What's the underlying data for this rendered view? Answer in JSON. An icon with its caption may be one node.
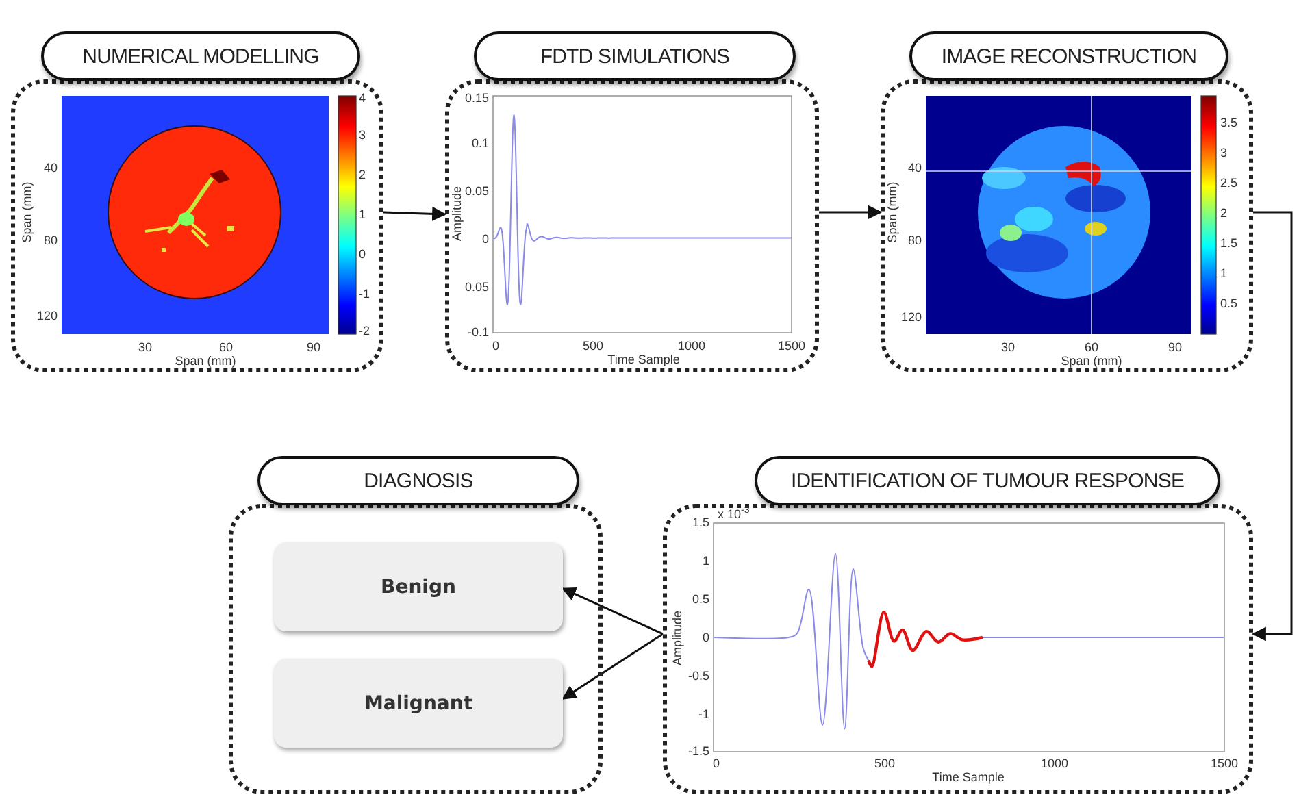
{
  "diagram": {
    "nodes": [
      {
        "text": [
          "NUMERICAL MODELLING"
        ]
      },
      {
        "text": [
          "FDTD SIMULATIONS"
        ]
      },
      {
        "text": [
          "IMAGE RECONSTRUCTION"
        ]
      },
      {
        "text": [
          "DIAGNOSIS"
        ]
      },
      {
        "text": [
          "Benign"
        ],
        "in": 3
      },
      {
        "text": [
          "Malignant"
        ],
        "in": 3
      },
      {
        "text": [
          "IDENTIFICATION OF TUMOUR RESPONSE"
        ]
      }
    ],
    "edges": [
      {
        "from": 0,
        "to": 1,
        "arrow": "to"
      },
      {
        "from": 1,
        "to": 2,
        "arrow": "to"
      },
      {
        "from": 2,
        "to": 6,
        "arrow": "to"
      },
      {
        "from": 6,
        "to": 4,
        "arrow": "to"
      },
      {
        "from": 6,
        "to": 5,
        "arrow": "to"
      }
    ],
    "labels": [
      "Span (mm)",
      "40",
      "80",
      "120",
      "4",
      "3",
      "2",
      "1",
      "0",
      "-1",
      "-2",
      "30",
      "60",
      "90",
      "Span (mm)",
      "0.15",
      "0.1",
      "0.05",
      "0",
      "0.05",
      "-0.1",
      "Amplitude",
      "0",
      "500",
      "1000",
      "1500",
      "Time Sample",
      "Span (mm)",
      "40",
      "80",
      "120",
      "3.5",
      "3",
      "2.5",
      "2",
      "1.5",
      "1",
      "0.5",
      "30",
      "60",
      "90",
      "Span (mm)",
      "x 10$^{-3}$",
      "1.5",
      "1",
      "0.5",
      "0",
      "-0.5",
      "-1",
      "-1.5",
      "Amplitude",
      "0",
      "500",
      "1000",
      "1500",
      "Time Sample"
    ]
  }
}
